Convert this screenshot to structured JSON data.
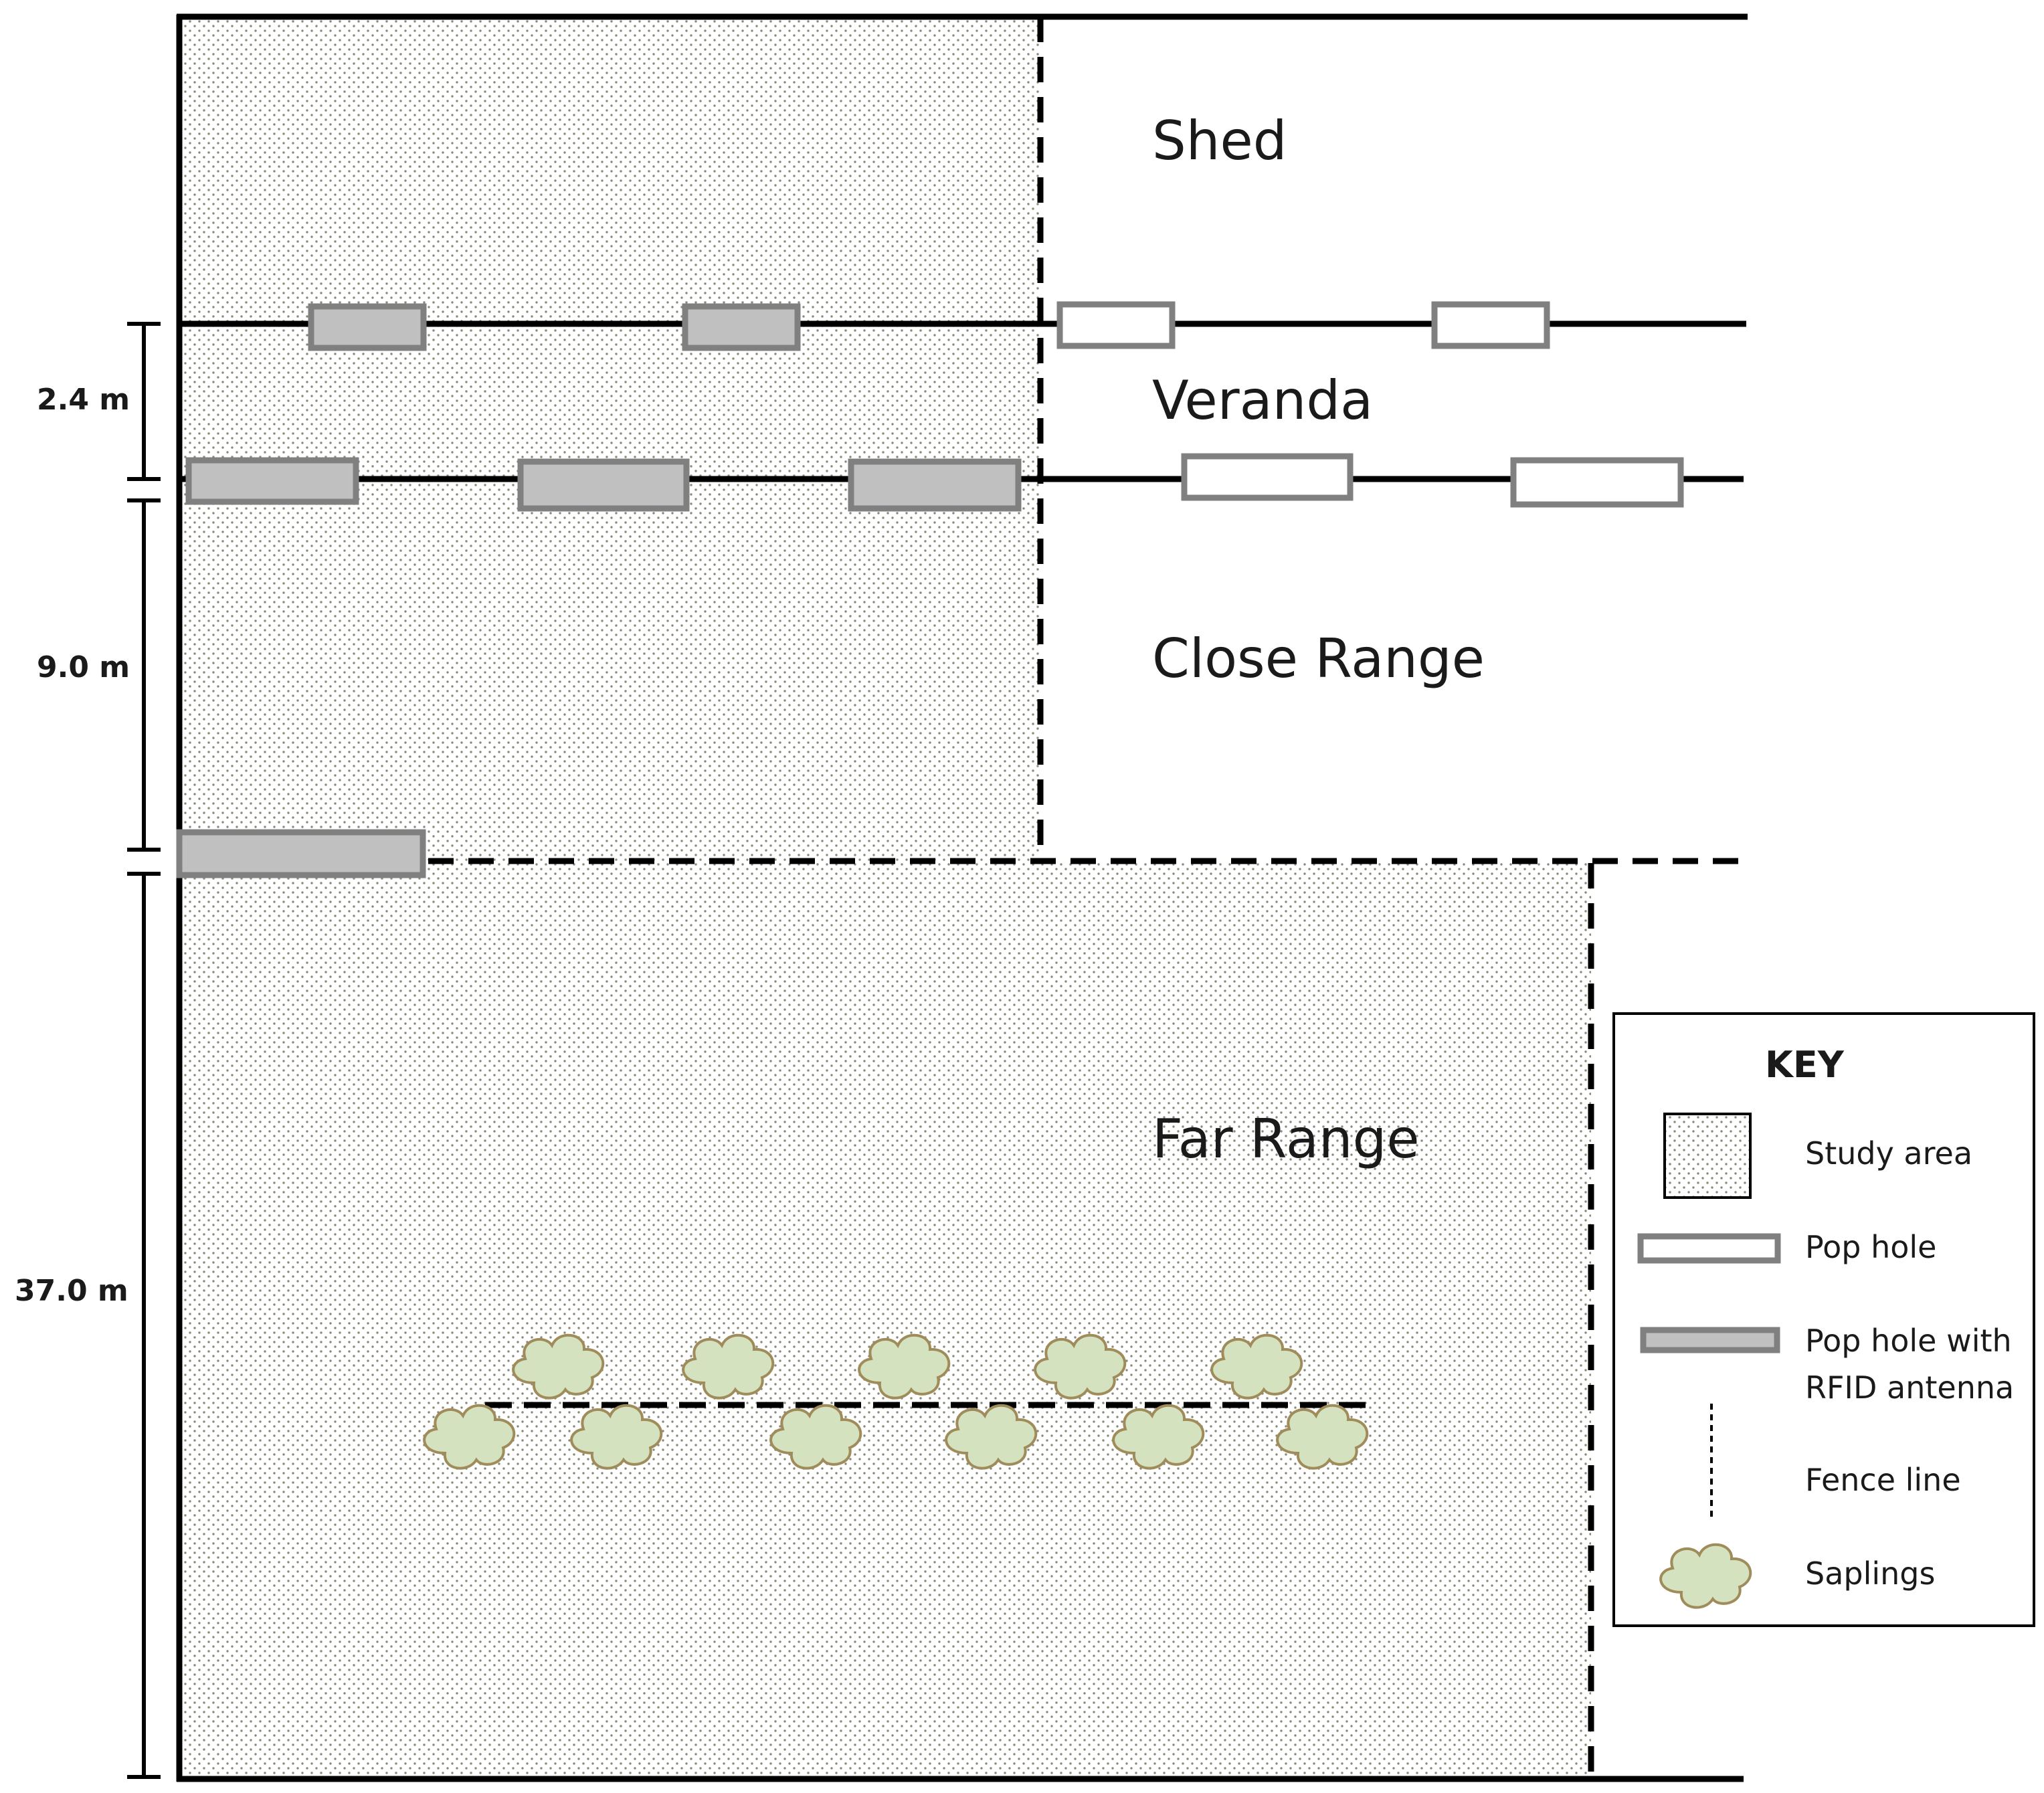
{
  "zones": {
    "shed": "Shed",
    "veranda": "Veranda",
    "close_range": "Close Range",
    "far_range": "Far Range"
  },
  "dimensions": {
    "veranda": "2.4 m",
    "close_range": "9.0 m",
    "far_range": "37.0 m"
  },
  "key": {
    "title": "KEY",
    "study_area": "Study area",
    "pop_hole": "Pop hole",
    "pop_hole_rfid_line1": "Pop hole with",
    "pop_hole_rfid_line2": "RFID antenna",
    "fence_line": "Fence line",
    "saplings": "Saplings"
  },
  "colors": {
    "study_area_dots": "#8a8a7a",
    "pop_hole_stroke": "#808080",
    "pop_hole_rfid_fill": "#c0c0c0",
    "sapling_fill": "#d4e2bf",
    "sapling_stroke": "#a08c5a",
    "line": "#000000"
  },
  "icons": {
    "pop_hole": "pop-hole-icon",
    "pop_hole_rfid": "pop-hole-rfid-icon",
    "sapling": "sapling-icon",
    "study_area": "study-area-swatch",
    "fence": "fence-line-icon"
  }
}
